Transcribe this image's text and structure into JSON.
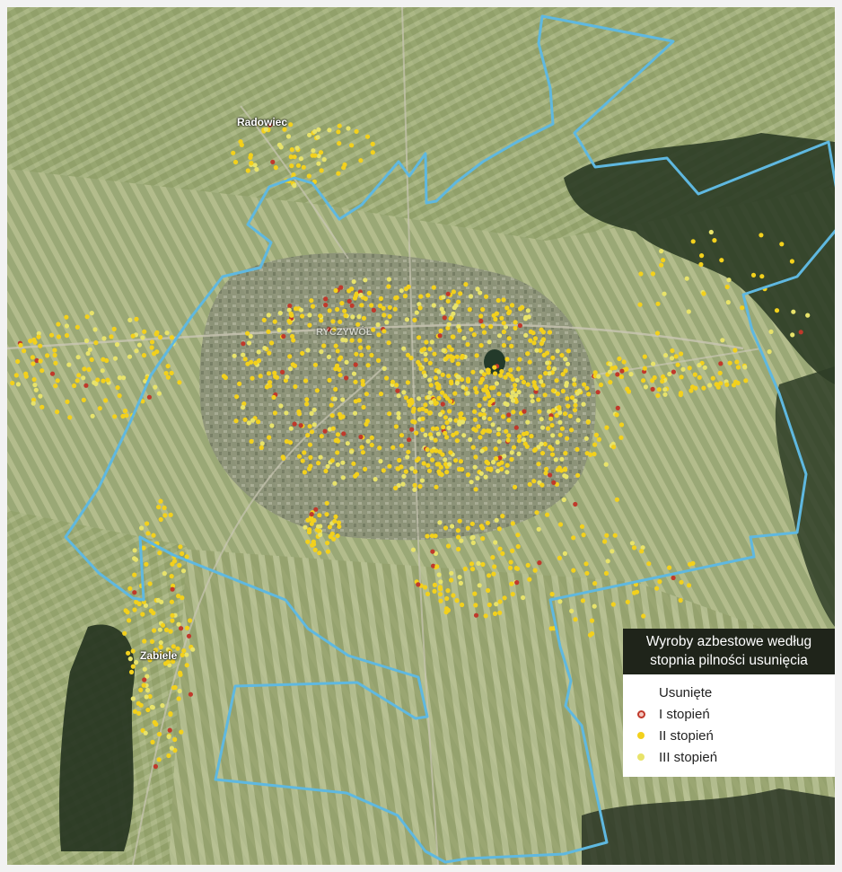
{
  "map": {
    "places": {
      "radowiec": "Radowiec",
      "center": "RYCZYWÓŁ",
      "zabiele": "Zabiele"
    },
    "colors": {
      "boundary": "#5fb8e0",
      "removed": "#ffffff",
      "degree1": "#c0392b",
      "degree2": "#f3d11c",
      "degree3": "#e8e36a"
    }
  },
  "legend": {
    "title_line1": "Wyroby azbestowe według",
    "title_line2": "stopnia pilności usunięcia",
    "items": [
      {
        "label": "Usunięte",
        "color": "#ffffff",
        "ring": false
      },
      {
        "label": "I stopień",
        "color": "#c0392b",
        "ring": true
      },
      {
        "label": "II stopień",
        "color": "#f3d11c",
        "ring": false
      },
      {
        "label": "III stopień",
        "color": "#e8e36a",
        "ring": false
      }
    ]
  }
}
